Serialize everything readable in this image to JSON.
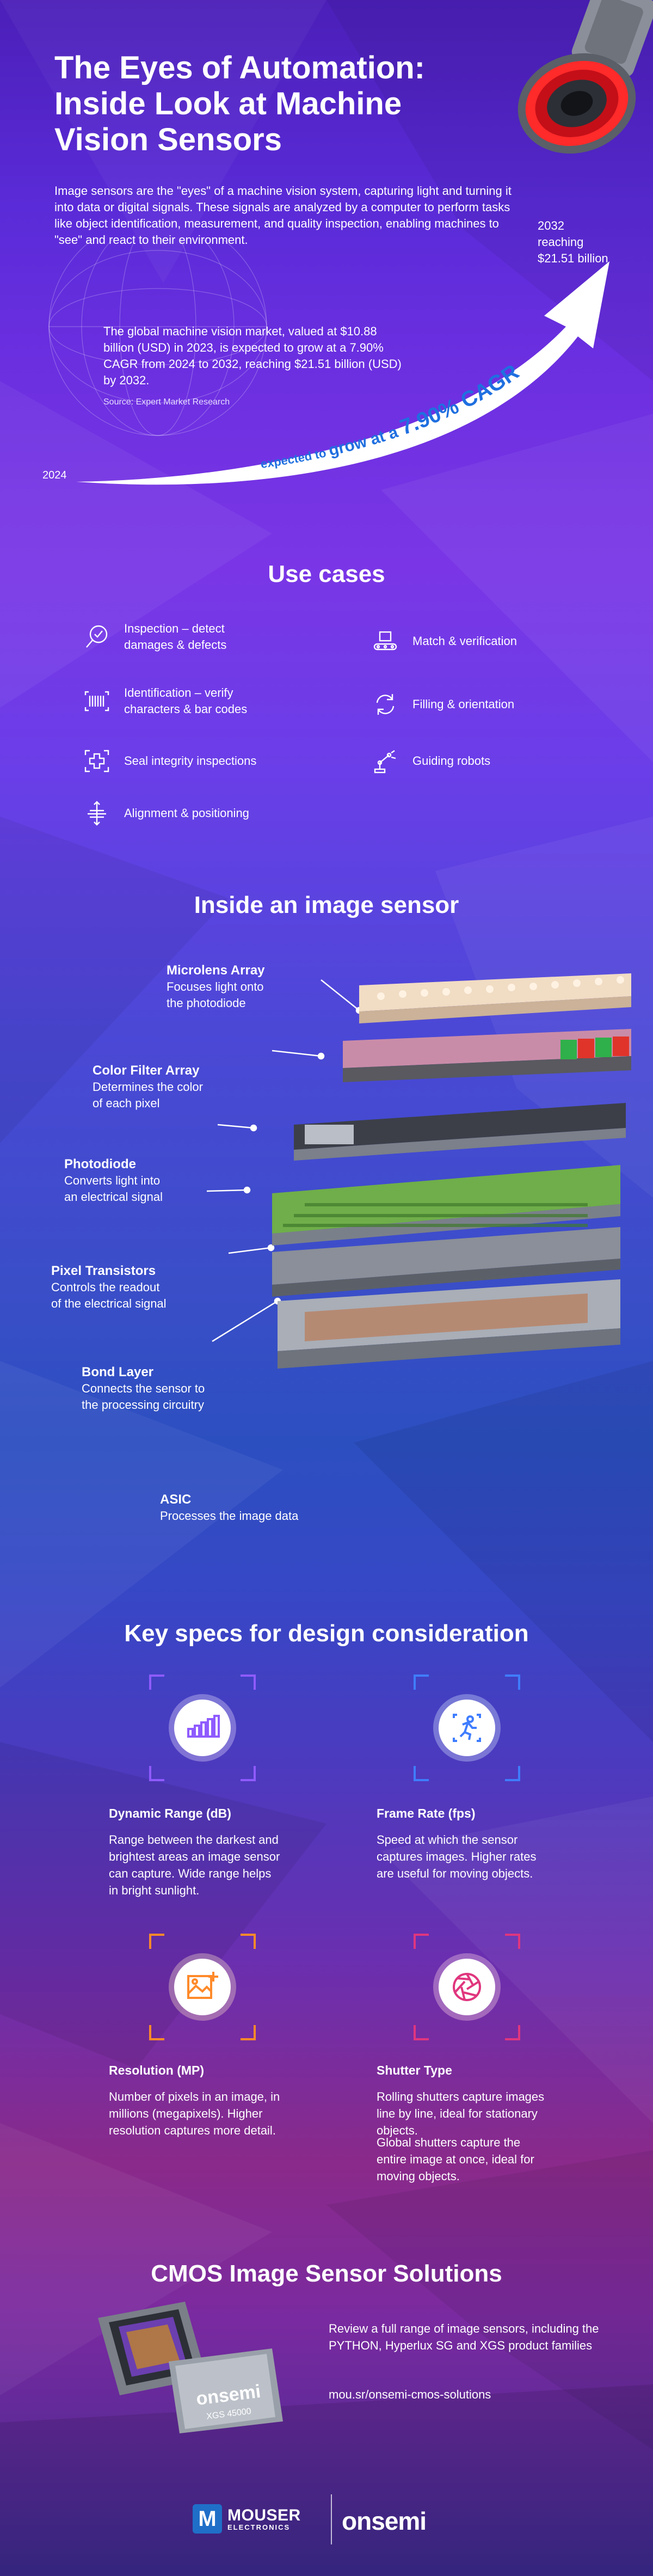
{
  "hero": {
    "title_line1": "The Eyes of Automation:",
    "title_line2": "Inside Look at Machine",
    "title_line3": "Vision Sensors",
    "intro": "Image sensors are the \"eyes\" of a machine vision system, capturing light and turning it into data or digital signals. These signals are analyzed by a computer to perform tasks like object identification, measurement, and quality inspection, enabling machines to \"see\" and react to their environment.",
    "stat_2032_year": "2032",
    "stat_2032_line1": "reaching",
    "stat_2032_line2": "$21.51 billion",
    "market_text": "The global machine vision market, valued at $10.88 billion (USD) in 2023, is expected to grow at a 7.90% CAGR from 2024 to 2032, reaching $21.51 billion (USD) by 2032.",
    "source": "Source: Expert Market Research",
    "label_2024": "2024",
    "arrow_text_part1": "expected to ",
    "arrow_text_part2": "grow at a ",
    "arrow_text_part3": "7.90% CAGR"
  },
  "use_cases": {
    "title": "Use cases",
    "items": [
      {
        "label_line1": "Inspection – detect",
        "label_line2": "damages & defects",
        "icon": "inspection-icon"
      },
      {
        "label_line1": "Match & verification",
        "label_line2": "",
        "icon": "conveyor-icon"
      },
      {
        "label_line1": "Identification – verify",
        "label_line2": "characters & bar codes",
        "icon": "barcode-icon"
      },
      {
        "label_line1": "Filling & orientation",
        "label_line2": "",
        "icon": "rotate-icon"
      },
      {
        "label_line1": "Seal integrity inspections",
        "label_line2": "",
        "icon": "seal-icon"
      },
      {
        "label_line1": "Guiding robots",
        "label_line2": "",
        "icon": "robot-arm-icon"
      },
      {
        "label_line1": "Alignment & positioning",
        "label_line2": "",
        "icon": "alignment-icon"
      }
    ]
  },
  "sensor": {
    "title": "Inside an image sensor",
    "layers": [
      {
        "name": "Microlens Array",
        "line1": "Focuses light onto",
        "line2": "the photodiode"
      },
      {
        "name": "Color Filter Array",
        "line1": "Determines the color",
        "line2": "of each pixel"
      },
      {
        "name": "Photodiode",
        "line1": "Converts light into",
        "line2": "an electrical signal"
      },
      {
        "name": "Pixel Transistors",
        "line1": "Controls the readout",
        "line2": "of the electrical signal"
      },
      {
        "name": "Bond Layer",
        "line1": "Connects the sensor to",
        "line2": "the processing circuitry"
      },
      {
        "name": "ASIC",
        "line1": "Processes the image data",
        "line2": ""
      }
    ]
  },
  "specs": {
    "title": "Key specs for design consideration",
    "items": [
      {
        "title": "Dynamic Range (dB)",
        "text": "Range between the darkest and brightest areas an image sensor can capture. Wide range helps in bright sunlight.",
        "text2": "",
        "icon": "dynamic-range-icon",
        "color": "#8f5bff"
      },
      {
        "title": "Frame Rate (fps)",
        "text": "Speed at which the sensor captures images. Higher rates are useful for moving objects.",
        "text2": "",
        "icon": "running-person-icon",
        "color": "#3f7dff"
      },
      {
        "title": "Resolution (MP)",
        "text": "Number of pixels in an image, in millions (megapixels). Higher resolution captures more detail.",
        "text2": "",
        "icon": "image-add-icon",
        "color": "#ff8a2a"
      },
      {
        "title": "Shutter Type",
        "text": "Rolling shutters capture images line by line, ideal for stationary objects.",
        "text2": "Global shutters capture the entire image at once, ideal for moving objects.",
        "icon": "aperture-icon",
        "color": "#e0367e"
      }
    ]
  },
  "cmos": {
    "title": "CMOS Image Sensor Solutions",
    "text": "Review a full range of image sensors, including the PYTHON, Hyperlux SG and XGS product families",
    "link": "mou.sr/onsemi-cmos-solutions",
    "chip_brand": "onsemi",
    "chip_model": "XGS 45000"
  },
  "footer": {
    "mouser_mark": "M",
    "mouser_word": "MOUSER",
    "mouser_sub": "ELECTRONICS",
    "onsemi": "onsemi"
  },
  "colors": {
    "accent_cyan": "#39b8ff",
    "arrow_text": "#1f6fe0"
  }
}
